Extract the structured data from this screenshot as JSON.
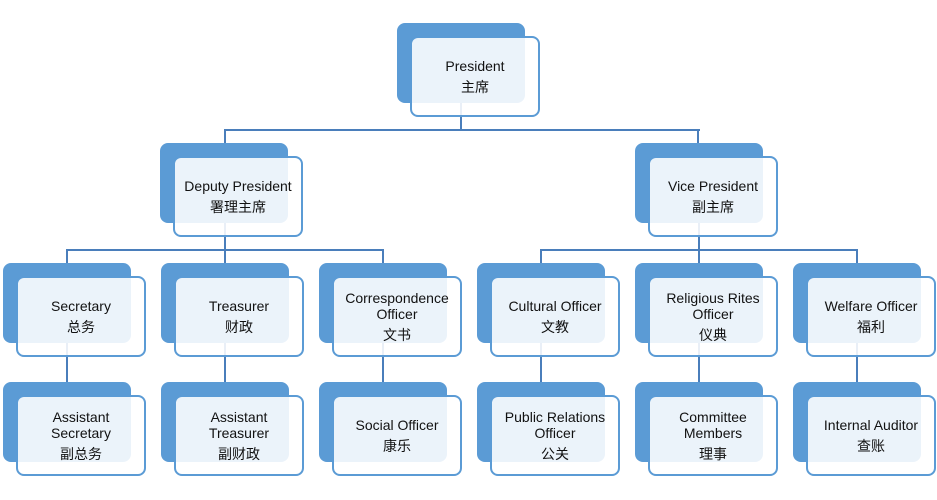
{
  "colors": {
    "accent": "#5b9bd5",
    "connector": "#4a7ebb"
  },
  "nodes": [
    {
      "en": "President",
      "zh": "主席"
    },
    {
      "en": "Deputy President",
      "zh": "署理主席"
    },
    {
      "en": "Vice President",
      "zh": "副主席"
    },
    {
      "en": "Secretary",
      "zh": "总务"
    },
    {
      "en": "Treasurer",
      "zh": "财政"
    },
    {
      "en": "Correspondence Officer",
      "zh": "文书"
    },
    {
      "en": "Cultural Officer",
      "zh": "文教"
    },
    {
      "en": "Religious Rites Officer",
      "zh": "仪典"
    },
    {
      "en": "Welfare Officer",
      "zh": "福利"
    },
    {
      "en": "Assistant Secretary",
      "zh": "副总务"
    },
    {
      "en": "Assistant Treasurer",
      "zh": "副财政"
    },
    {
      "en": "Social Officer",
      "zh": "康乐"
    },
    {
      "en": "Public Relations Officer",
      "zh": "公关"
    },
    {
      "en": "Committee Members",
      "zh": "理事"
    },
    {
      "en": "Internal Auditor",
      "zh": "查账"
    }
  ]
}
